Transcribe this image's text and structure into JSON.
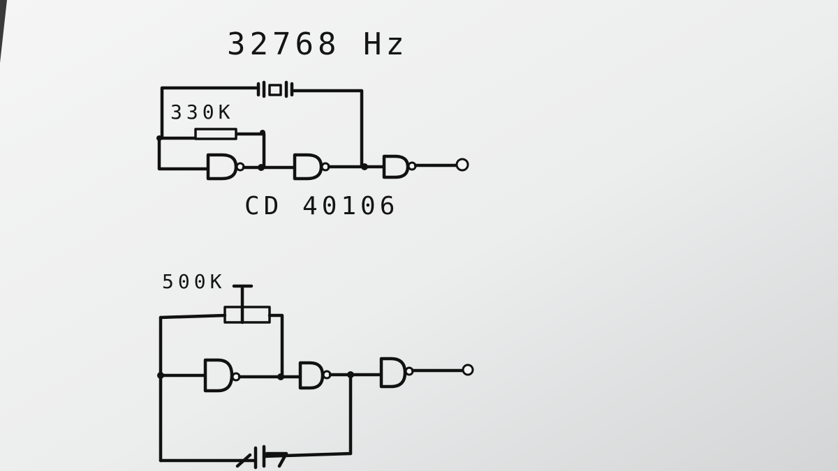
{
  "title": "32768 Hz",
  "circuit_top": {
    "resistor_label": "330K",
    "chip_label": "CD 40106"
  },
  "circuit_bottom": {
    "resistor_label": "500K"
  },
  "colors": {
    "ink": "#111111",
    "paper_light": "#f3f3f3",
    "paper_shadow": "#c9cbcc"
  }
}
